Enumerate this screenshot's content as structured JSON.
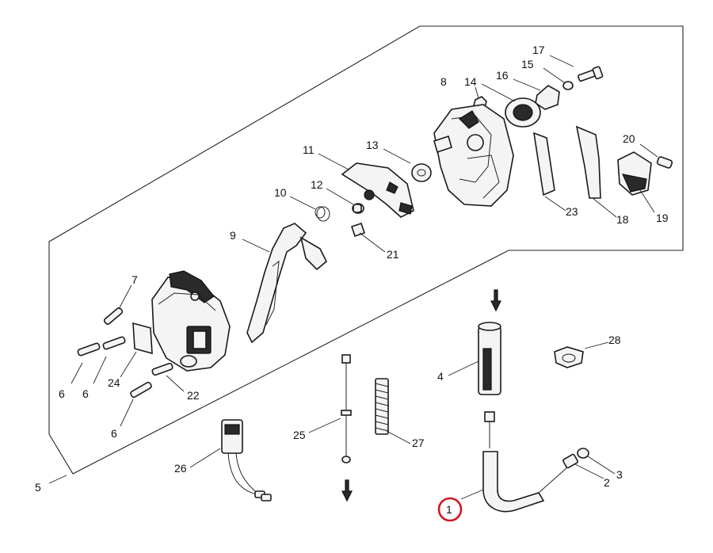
{
  "diagram": {
    "highlighted_part": "1",
    "highlight_color": "#d0191f",
    "callouts": [
      "1",
      "2",
      "3",
      "4",
      "5",
      "6",
      "6",
      "6",
      "7",
      "8",
      "9",
      "10",
      "11",
      "12",
      "13",
      "14",
      "15",
      "16",
      "17",
      "18",
      "19",
      "20",
      "21",
      "22",
      "23",
      "24",
      "25",
      "26",
      "27",
      "28"
    ]
  }
}
